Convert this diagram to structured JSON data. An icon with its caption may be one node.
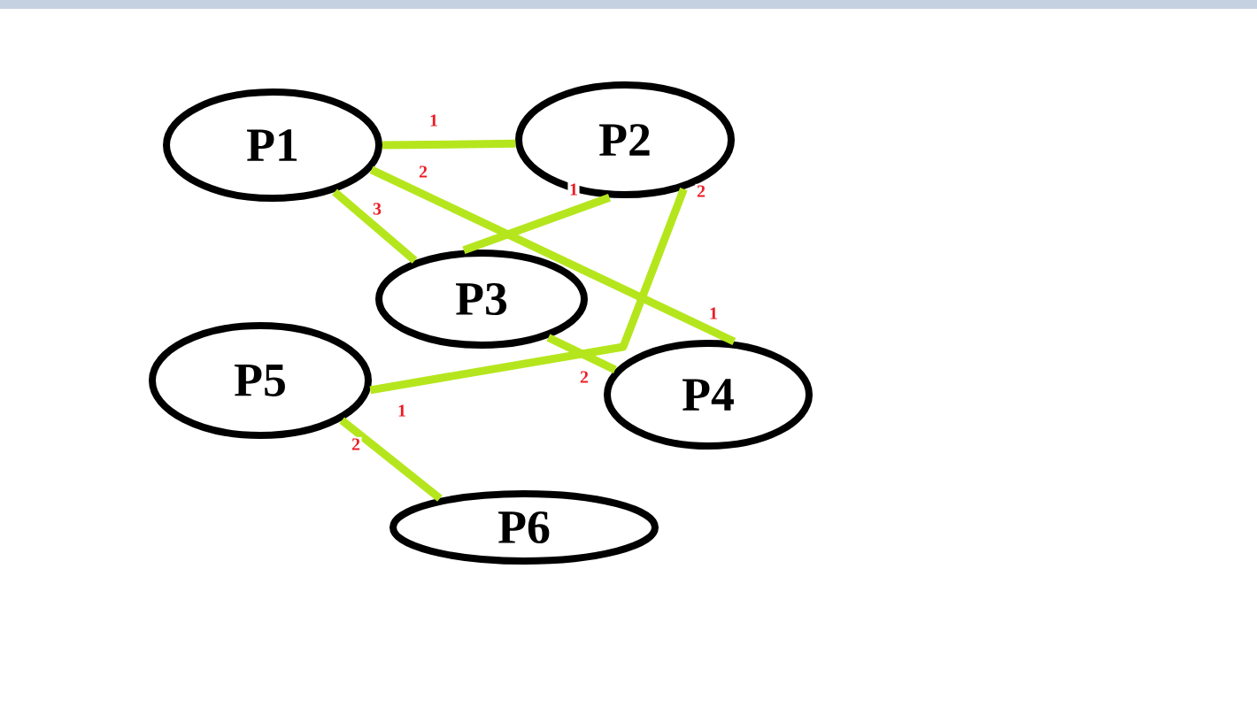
{
  "diagram": {
    "nodes": [
      {
        "text": [
          "P1"
        ]
      },
      {
        "text": [
          "P2"
        ]
      },
      {
        "text": [
          "P3"
        ]
      },
      {
        "text": [
          "P5"
        ]
      },
      {
        "text": [
          "P4"
        ]
      },
      {
        "text": [
          "P6"
        ]
      }
    ],
    "edges": [
      {
        "from": 0,
        "to": 1,
        "arrow": "none"
      },
      {
        "from": 0,
        "to": 4,
        "arrow": "none"
      },
      {
        "from": 0,
        "to": 2,
        "arrow": "none"
      },
      {
        "from": 1,
        "to": 2,
        "arrow": "none"
      },
      {
        "from": 1,
        "to": 3,
        "arrow": "none"
      },
      {
        "from": 2,
        "to": 4,
        "arrow": "none"
      },
      {
        "from": 3,
        "to": 5,
        "arrow": "none"
      }
    ],
    "labels": [
      "1",
      "2",
      "1",
      "2",
      "3",
      "1",
      "2",
      "1",
      "2"
    ]
  }
}
